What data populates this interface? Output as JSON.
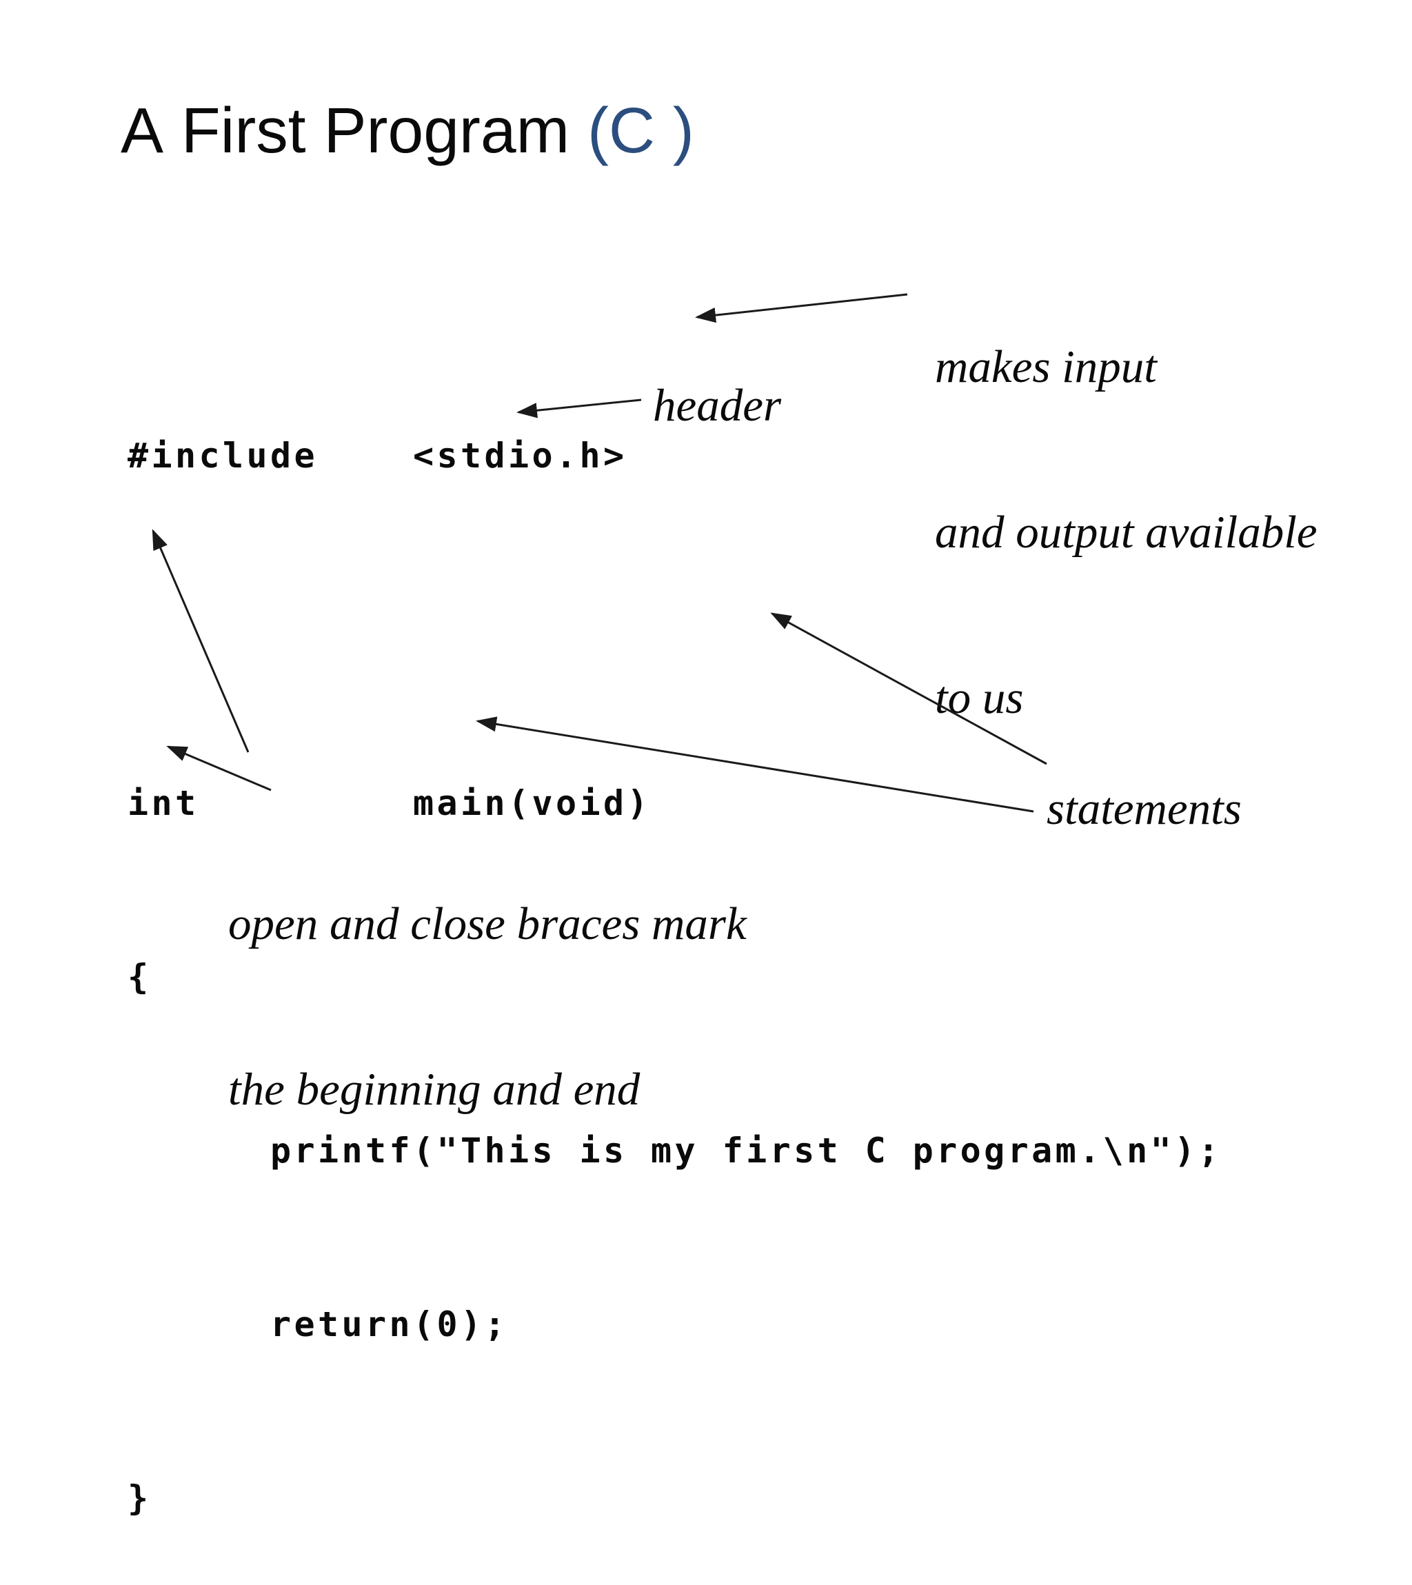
{
  "slide": {
    "title": {
      "text": "A First Program ",
      "accent": "(C )",
      "accent_color": "#2b4e7e"
    },
    "code": {
      "lines": [
        "#include    <stdio.h>",
        "",
        "int         main(void)",
        "{",
        "      printf(\"This is my first C program.\\n\");",
        "      return(0);",
        "}"
      ]
    },
    "annotations": {
      "io": {
        "lines": [
          "makes input",
          "and output available",
          "to us"
        ]
      },
      "header": {
        "text": "header"
      },
      "statements": {
        "text": "statements"
      },
      "braces": {
        "lines": [
          "open and close braces mark",
          "the beginning and end"
        ]
      }
    },
    "arrows": [
      {
        "name": "arrow-to-include",
        "meaning": "io annotation points to #include line"
      },
      {
        "name": "arrow-to-stdio-header",
        "meaning": "header annotation points to <stdio.h>"
      },
      {
        "name": "arrow-to-printf-statement",
        "meaning": "statements label points to printf line"
      },
      {
        "name": "arrow-to-return-statement",
        "meaning": "statements label points to return line area"
      },
      {
        "name": "arrow-to-open-brace",
        "meaning": "braces annotation points to {"
      },
      {
        "name": "arrow-to-close-brace",
        "meaning": "braces annotation points to }"
      }
    ]
  }
}
